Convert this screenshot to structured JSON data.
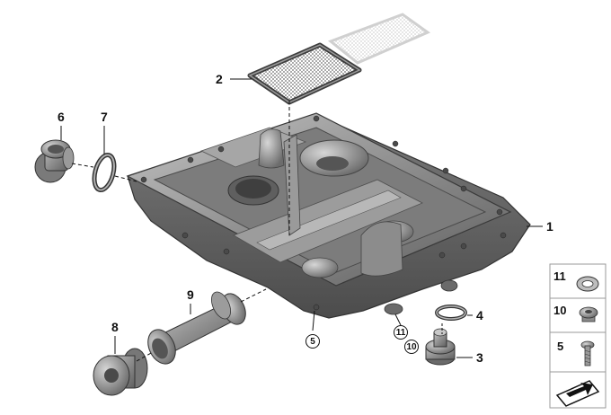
{
  "callouts": {
    "c1": "1",
    "c2": "2",
    "c3": "3",
    "c4": "4",
    "c5": "5",
    "c6": "6",
    "c7": "7",
    "c8": "8",
    "c9": "9"
  },
  "circled_refs": {
    "r5": "5",
    "r11": "11",
    "r10": "10"
  },
  "legend": {
    "l11": "11",
    "l10": "10",
    "l5": "5"
  },
  "colors": {
    "metal": "#8e8e8e",
    "metal_dark": "#5a5a5a",
    "line": "#111111",
    "legend_border": "#9a9a9a"
  }
}
